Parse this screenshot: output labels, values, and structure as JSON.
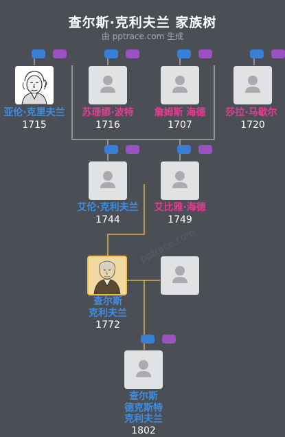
{
  "header": {
    "title": "查尔斯·克利夫兰 家族树",
    "subtitle": "由 pptrace.com 生成"
  },
  "watermark": "pptrace.com",
  "colors": {
    "background": "#4b4e55",
    "male": "#3d8fe6",
    "female": "#e63b93",
    "line": "#d9dadc",
    "line_highlight": "#f5c24b",
    "badge_blue": "#3a7fd6",
    "badge_purple": "#9a52c2"
  },
  "people": [
    {
      "name": "亚伦·克里夫兰",
      "year": "1715",
      "gender": "male",
      "avatar": "portrait-photo"
    },
    {
      "name": "苏珊娜·波特",
      "year": "1716",
      "gender": "female",
      "avatar": "placeholder-avatar"
    },
    {
      "name": "詹姆斯 海德",
      "year": "1707",
      "gender": "female",
      "avatar": "placeholder-avatar"
    },
    {
      "name": "莎拉·马歇尔",
      "year": "1720",
      "gender": "female",
      "avatar": "placeholder-avatar"
    },
    {
      "name": "艾伦·克利夫兰",
      "year": "1744",
      "gender": "male",
      "avatar": "placeholder-avatar"
    },
    {
      "name": "艾比雅·海德",
      "year": "1749",
      "gender": "female",
      "avatar": "placeholder-avatar"
    },
    {
      "name_lines": [
        "查尔斯",
        "克利夫兰"
      ],
      "year": "1772",
      "gender": "male",
      "avatar": "portrait-photo",
      "selected": true
    },
    {
      "name": "",
      "year": "",
      "gender": "unknown",
      "avatar": "placeholder-avatar"
    },
    {
      "name_lines": [
        "查尔斯",
        "德克斯特",
        "克利夫兰"
      ],
      "year": "1802",
      "gender": "male",
      "avatar": "placeholder-avatar"
    }
  ]
}
